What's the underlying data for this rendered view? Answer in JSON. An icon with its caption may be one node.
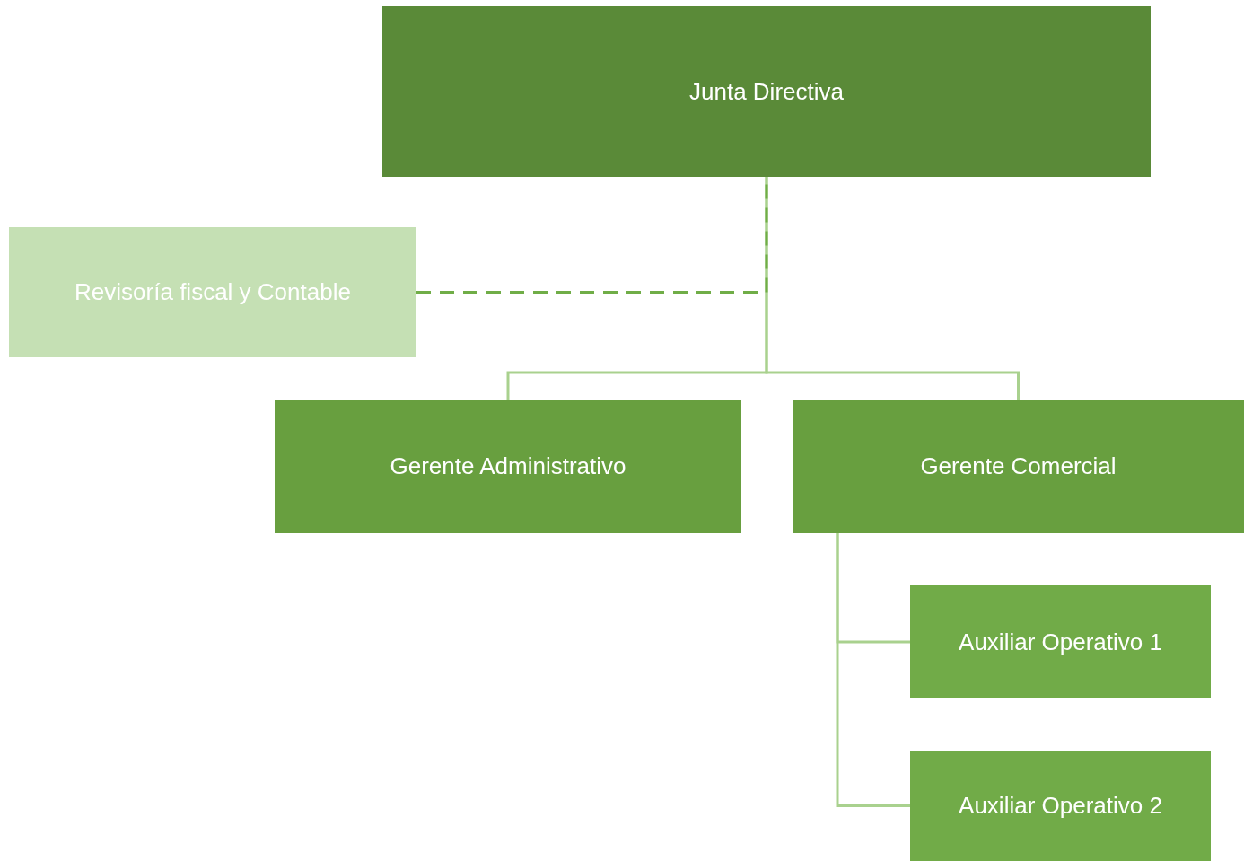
{
  "diagram": {
    "nodes": [
      {
        "text": [
          "Junta Directiva"
        ]
      },
      {
        "text": [
          "Revisoría fiscal y Contable"
        ]
      },
      {
        "text": [
          "Gerente Administrativo"
        ]
      },
      {
        "text": [
          "Gerente Comercial"
        ]
      },
      {
        "text": [
          "Auxiliar Operativo 1"
        ]
      },
      {
        "text": [
          "Auxiliar Operativo 2"
        ]
      }
    ],
    "edges": [
      {
        "from": 0,
        "to": 2,
        "arrow": "none"
      },
      {
        "from": 0,
        "to": 3,
        "arrow": "none"
      },
      {
        "from": 1,
        "to": 0,
        "arrow": "none",
        "style": "dashed",
        "color": "#70ad47"
      },
      {
        "from": 3,
        "to": 4,
        "arrow": "none"
      },
      {
        "from": 3,
        "to": 5,
        "arrow": "none"
      }
    ]
  }
}
